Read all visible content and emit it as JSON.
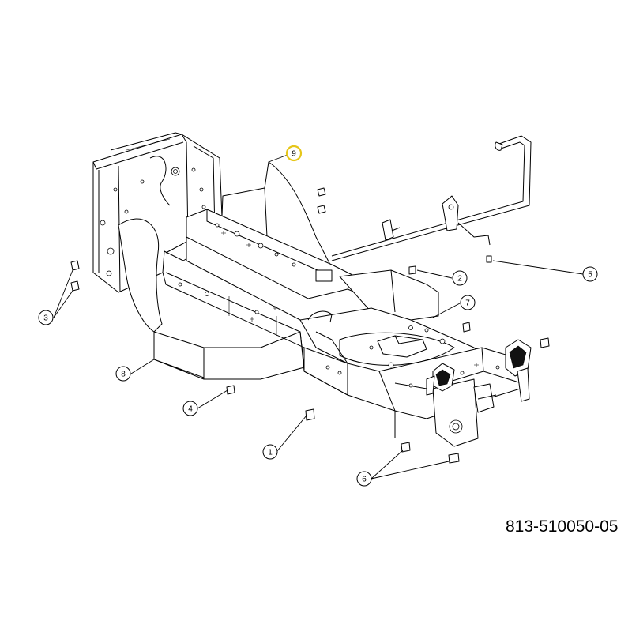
{
  "diagram": {
    "part_number": "813-510050-05",
    "highlight_color": "#e6c619",
    "callouts": [
      {
        "label": "1"
      },
      {
        "label": "2"
      },
      {
        "label": "3"
      },
      {
        "label": "4"
      },
      {
        "label": "5"
      },
      {
        "label": "6"
      },
      {
        "label": "7"
      },
      {
        "label": "8"
      },
      {
        "label": "9",
        "highlighted": true
      }
    ]
  }
}
